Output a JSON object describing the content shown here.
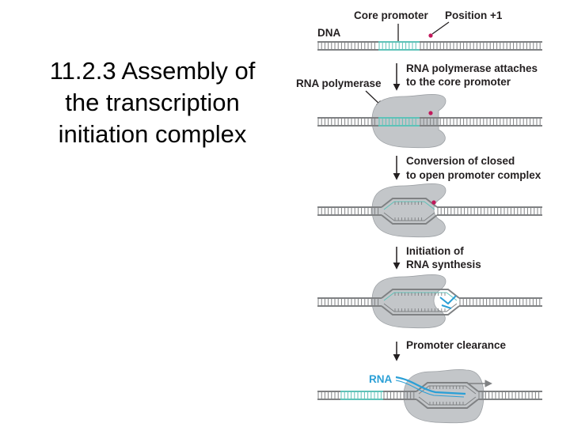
{
  "title": {
    "lines": [
      "11.2.3 Assembly of",
      "the transcription",
      "initiation complex"
    ]
  },
  "labels": {
    "core_promoter": "Core promoter",
    "position": "Position +1",
    "dna": "DNA",
    "rna_polymerase": "RNA polymerase",
    "rna": "RNA"
  },
  "steps": [
    {
      "line1": "RNA polymerase attaches",
      "line2": "to the core promoter"
    },
    {
      "line1": "Conversion of closed",
      "line2": "to open promoter complex"
    },
    {
      "line1": "Initiation of",
      "line2": "RNA synthesis"
    },
    {
      "line1": "Promoter clearance",
      "line2": ""
    }
  ],
  "colors": {
    "dna": "#7f8183",
    "promoter": "#5fc2b8",
    "polymerase": "#c3c6c9",
    "rna": "#2a9fd6",
    "start_site": "#c2185b",
    "text": "#231f20"
  }
}
